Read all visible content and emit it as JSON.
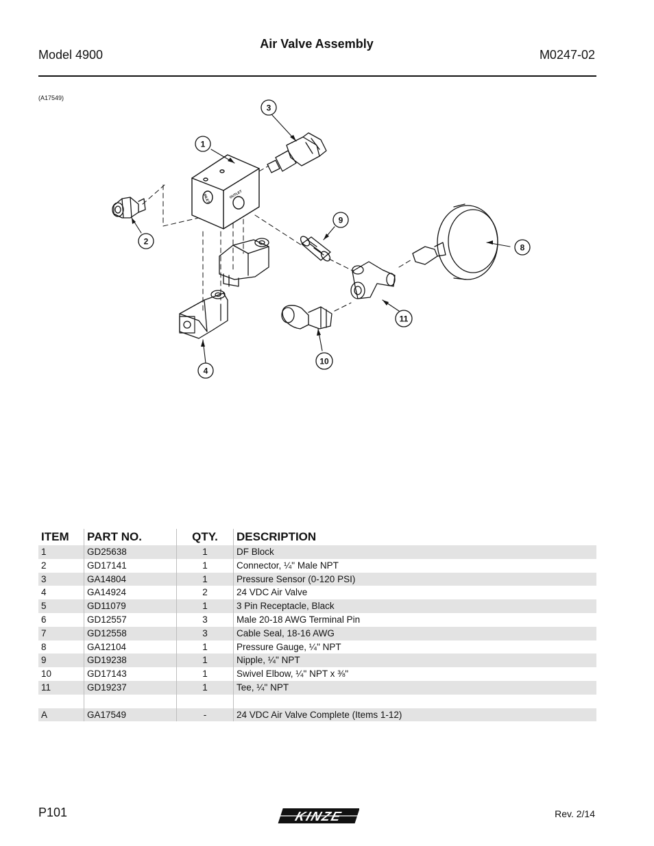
{
  "header": {
    "model": "Model 4900",
    "title": "Air Valve Assembly",
    "doc_number": "M0247-02"
  },
  "figure": {
    "ref": "(A17549)",
    "callouts": [
      "1",
      "2",
      "3",
      "4",
      "8",
      "9",
      "10",
      "11"
    ],
    "port_labels": [
      "INLET",
      "OUTLET"
    ]
  },
  "table": {
    "headers": [
      "ITEM",
      "PART NO.",
      "QTY.",
      "DESCRIPTION"
    ],
    "rows": [
      [
        "1",
        "GD25638",
        "1",
        "DF Block"
      ],
      [
        "2",
        "GD17141",
        "1",
        "Connector, ¼\" Male NPT"
      ],
      [
        "3",
        "GA14804",
        "1",
        "Pressure Sensor (0-120 PSI)"
      ],
      [
        "4",
        "GA14924",
        "2",
        "24 VDC Air Valve"
      ],
      [
        "5",
        "GD11079",
        "1",
        "3 Pin Receptacle, Black"
      ],
      [
        "6",
        "GD12557",
        "3",
        "Male 20-18 AWG Terminal Pin"
      ],
      [
        "7",
        "GD12558",
        "3",
        "Cable Seal, 18-16 AWG"
      ],
      [
        "8",
        "GA12104",
        "1",
        "Pressure Gauge, ¼\" NPT"
      ],
      [
        "9",
        "GD19238",
        "1",
        "Nipple, ¼\" NPT"
      ],
      [
        "10",
        "GD17143",
        "1",
        "Swivel Elbow, ¼\" NPT x ⅜\""
      ],
      [
        "11",
        "GD19237",
        "1",
        "Tee, ¼\" NPT"
      ],
      [
        "",
        "",
        "",
        ""
      ],
      [
        "A",
        "GA17549",
        "-",
        "24 VDC Air Valve Complete (Items 1-12)"
      ]
    ]
  },
  "footer": {
    "page": "P101",
    "brand": "KINZE",
    "revision": "Rev. 2/14"
  }
}
